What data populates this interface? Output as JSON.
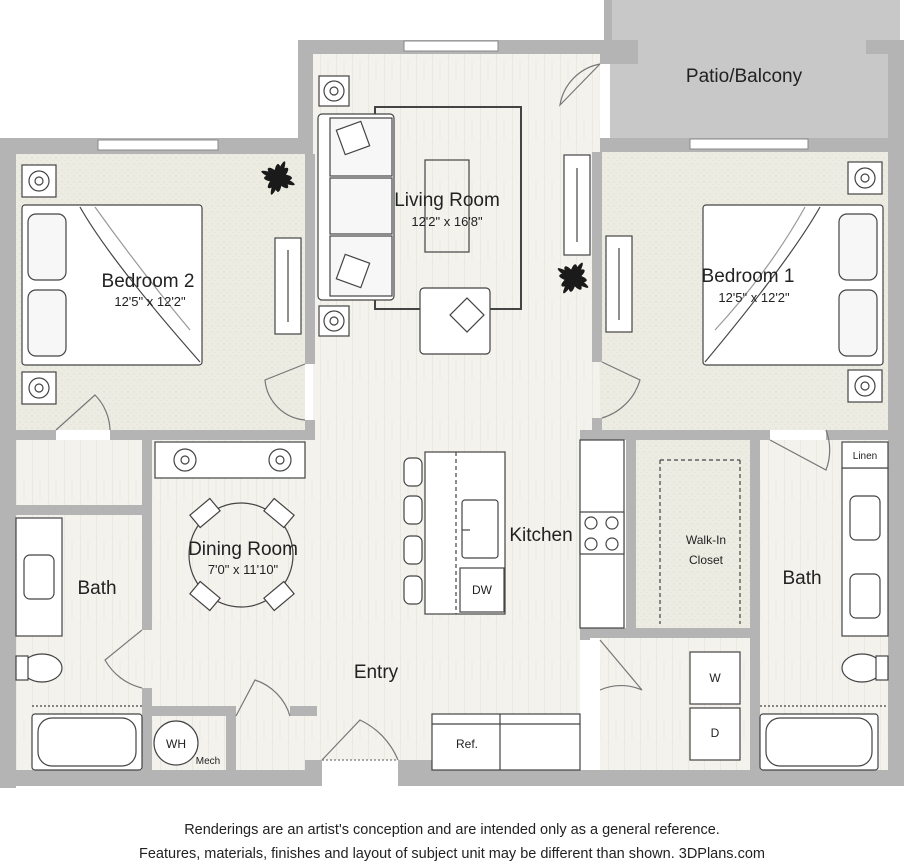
{
  "rooms": {
    "patio": {
      "name": "Patio/Balcony"
    },
    "living": {
      "name": "Living Room",
      "dims": "12'2\" x 16'8\""
    },
    "bedroom2": {
      "name": "Bedroom 2",
      "dims": "12'5\" x 12'2\""
    },
    "bedroom1": {
      "name": "Bedroom 1",
      "dims": "12'5\" x 12'2\""
    },
    "kitchen": {
      "name": "Kitchen"
    },
    "dining": {
      "name": "Dining Room",
      "dims": "7'0\" x 11'10\""
    },
    "bath_left": {
      "name": "Bath"
    },
    "bath_right": {
      "name": "Bath"
    },
    "closet": {
      "name_line1": "Walk-In",
      "name_line2": "Closet"
    },
    "entry": {
      "name": "Entry"
    }
  },
  "fixtures": {
    "dishwasher": "DW",
    "washer": "W",
    "dryer": "D",
    "refrigerator": "Ref.",
    "water_heater": "WH",
    "mech": "Mech",
    "linen": "Linen"
  },
  "disclaimer": {
    "line1": "Renderings are an artist's conception and are intended only as a general reference.",
    "line2": "Features, materials, finishes and layout of subject unit may be different than shown. 3DPlans.com"
  },
  "colors": {
    "wall": "#b4b4b4",
    "floor_wood": "#f3f1ec",
    "floor_carpet": "#ecebe1",
    "patio": "#c9c9c9",
    "fixture_line": "#444444"
  }
}
